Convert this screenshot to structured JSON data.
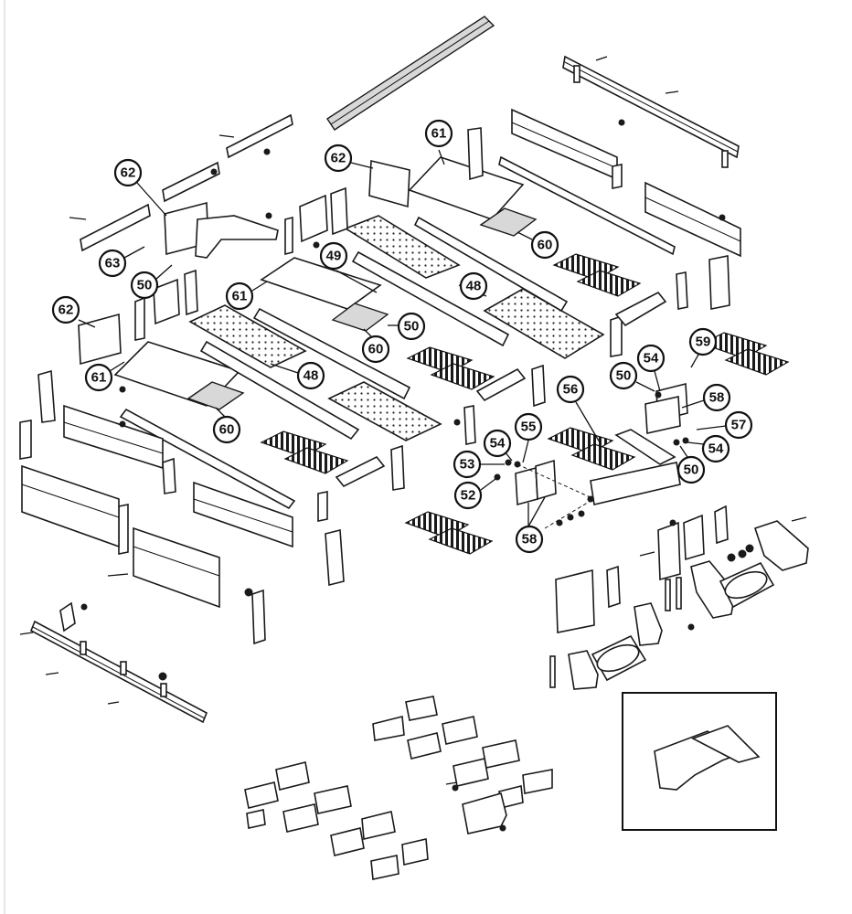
{
  "callouts": [
    {
      "label": "61"
    },
    {
      "label": "62"
    },
    {
      "label": "62"
    },
    {
      "label": "60"
    },
    {
      "label": "63"
    },
    {
      "label": "50"
    },
    {
      "label": "49"
    },
    {
      "label": "48"
    },
    {
      "label": "61"
    },
    {
      "label": "50"
    },
    {
      "label": "62"
    },
    {
      "label": "60"
    },
    {
      "label": "61"
    },
    {
      "label": "48"
    },
    {
      "label": "60"
    },
    {
      "label": "54"
    },
    {
      "label": "59"
    },
    {
      "label": "50"
    },
    {
      "label": "58"
    },
    {
      "label": "56"
    },
    {
      "label": "55"
    },
    {
      "label": "57"
    },
    {
      "label": "54"
    },
    {
      "label": "53"
    },
    {
      "label": "54"
    },
    {
      "label": "50"
    },
    {
      "label": "52"
    },
    {
      "label": "58"
    }
  ],
  "colors": {
    "ink": "#111111",
    "paper": "#ffffff"
  }
}
